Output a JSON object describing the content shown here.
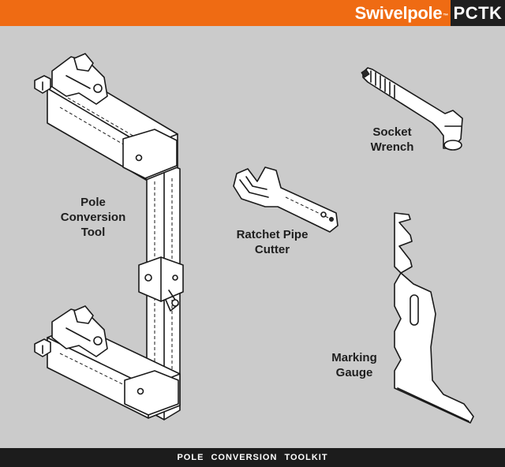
{
  "header": {
    "brand_name": "Swivelpole",
    "trademark": "™",
    "product_code": "PCTK",
    "accent_color": "#ef6b13"
  },
  "tools": [
    {
      "name": "Pole\nConversion\nTool",
      "icon": "pole-conversion-tool-icon"
    },
    {
      "name": "Ratchet Pipe\nCutter",
      "icon": "ratchet-pipe-cutter-icon"
    },
    {
      "name": "Socket\nWrench",
      "icon": "socket-wrench-icon"
    },
    {
      "name": "Marking\nGauge",
      "icon": "marking-gauge-icon"
    }
  ],
  "footer": {
    "title": "POLE CONVERSION TOOLKIT"
  }
}
